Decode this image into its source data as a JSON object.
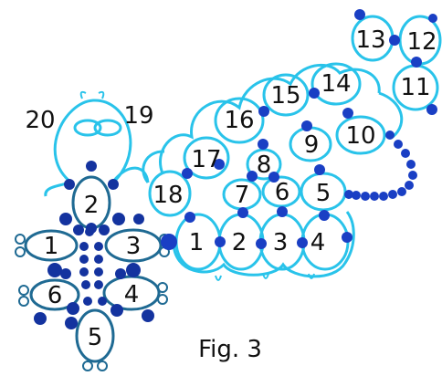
{
  "caption": "Fig. 3",
  "colors": {
    "light_ring": "#29c3ea",
    "dark_ring": "#1f6a93",
    "bead_blue": "#1a3fc4",
    "bead_dark": "#14339f"
  },
  "flower": {
    "ring_numbers": [
      "1",
      "2",
      "3",
      "4",
      "5",
      "6"
    ],
    "top_ring_numbers": [
      "20",
      "19"
    ]
  },
  "chain": {
    "bottom_numbers": [
      "1",
      "2",
      "3",
      "4"
    ],
    "middle_numbers": [
      "18",
      "7",
      "6",
      "5"
    ],
    "upper_numbers": [
      "17",
      "8",
      "9",
      "10"
    ],
    "top_numbers": [
      "16",
      "15",
      "14"
    ],
    "corner_numbers": [
      "13",
      "12",
      "11"
    ]
  }
}
